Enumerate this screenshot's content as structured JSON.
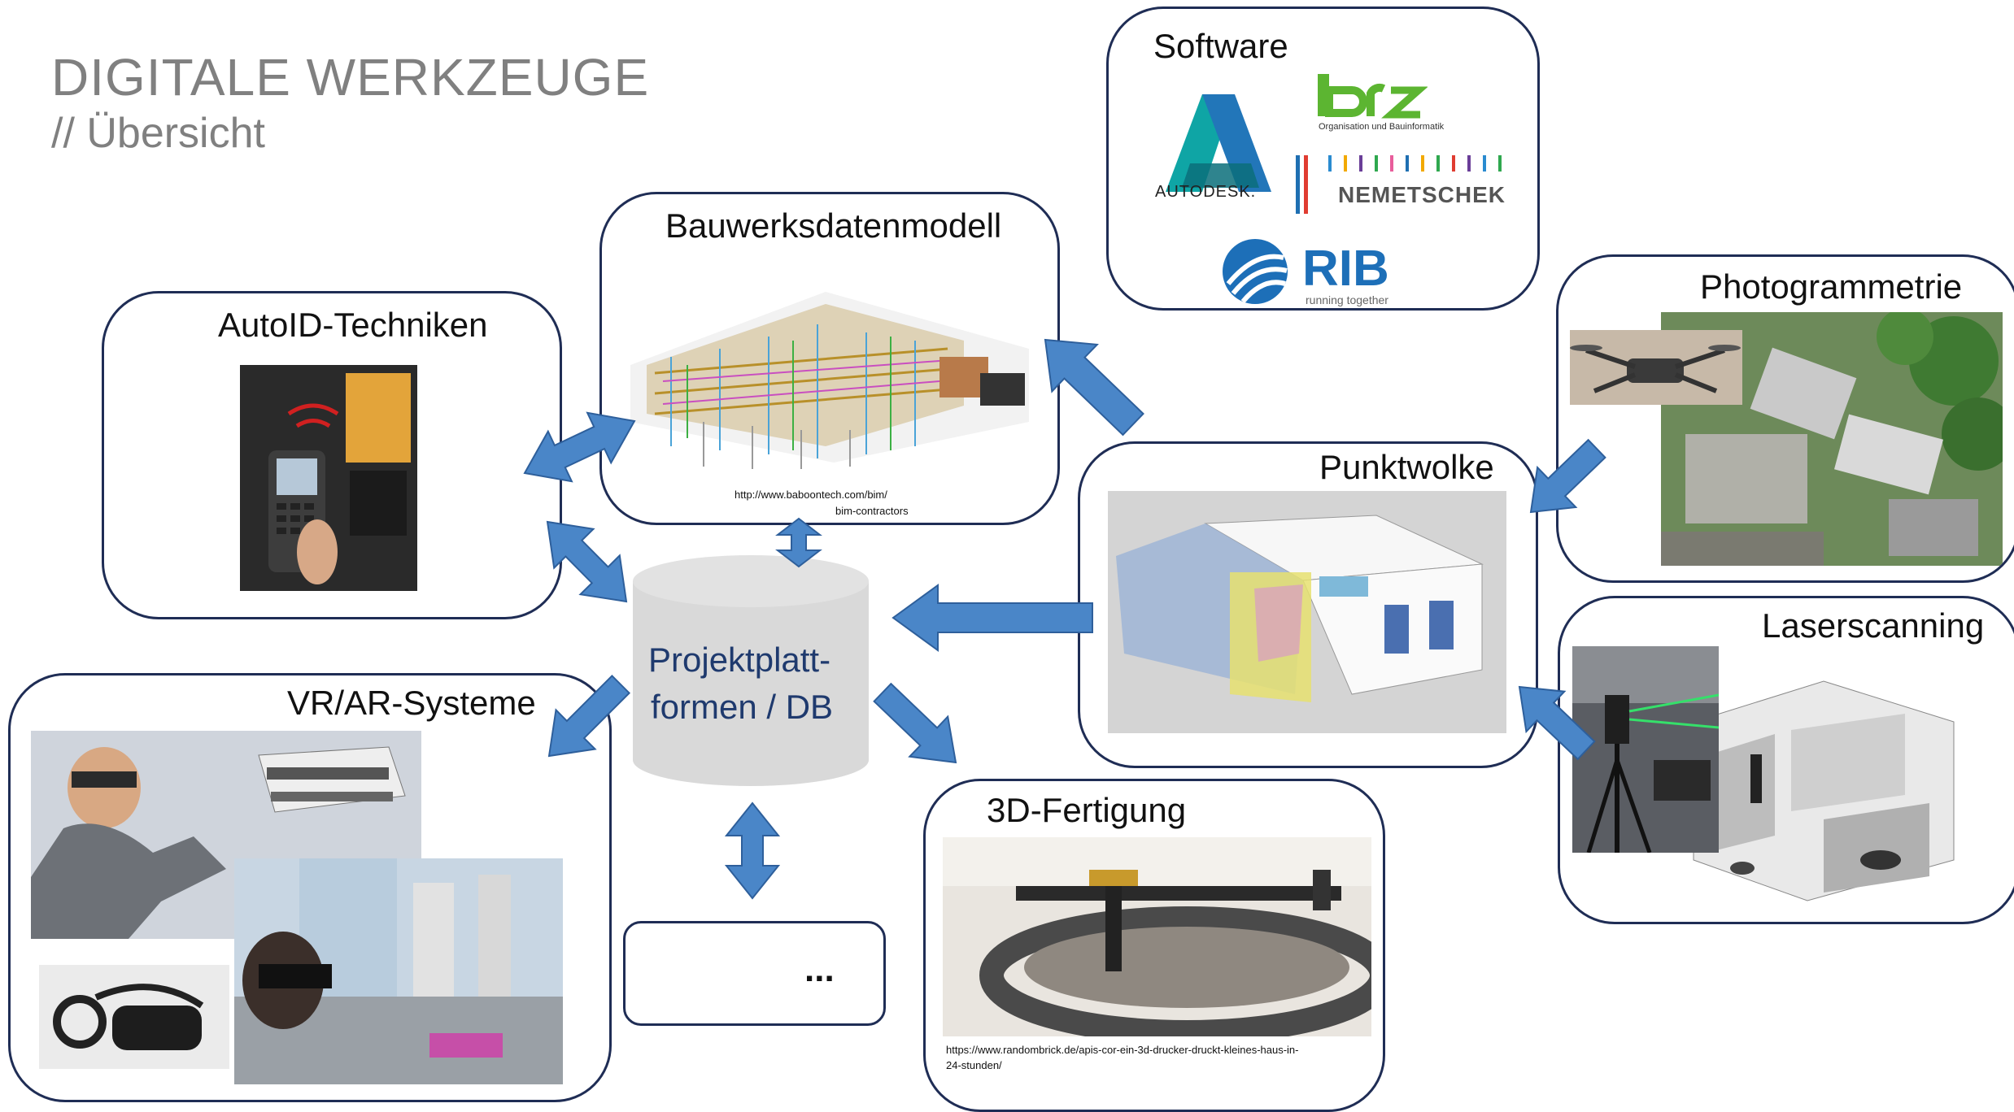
{
  "header": {
    "title": "DIGITALE WERKZEUGE",
    "subtitle": "// Übersicht"
  },
  "center": {
    "line1": "Projektplatt-",
    "line2": "formen / DB"
  },
  "nodes": {
    "software": {
      "label": "Software"
    },
    "bim": {
      "label": "Bauwerksdatenmodell",
      "source_line1": "http://www.baboontech.com/bim/",
      "source_line2": "bim-contractors"
    },
    "autoid": {
      "label": "AutoID-Techniken"
    },
    "photogrammetrie": {
      "label": "Photogrammetrie"
    },
    "punktwolke": {
      "label": "Punktwolke"
    },
    "laserscanning": {
      "label": "Laserscanning"
    },
    "vrar": {
      "label": "VR/AR-Systeme"
    },
    "fertigung": {
      "label": "3D-Fertigung",
      "source_line1": "https://www.randombrick.de/apis-cor-ein-3d-drucker-druckt-kleines-haus-in-",
      "source_line2": "24-stunden/"
    },
    "more": {
      "label": "..."
    }
  },
  "logos": {
    "autodesk": "AUTODESK.",
    "brz_subtitle": "Organisation und Bauinformatik",
    "nemetschek": "NEMETSCHEK",
    "rib": "RIB",
    "rib_tagline": "running together"
  },
  "colors": {
    "arrow_fill": "#4a86c8",
    "arrow_stroke": "#2e5f9b",
    "box_border": "#1f2d55",
    "db_fill": "#d9d9d9",
    "db_text": "#1f3a6e",
    "title": "#808080"
  }
}
